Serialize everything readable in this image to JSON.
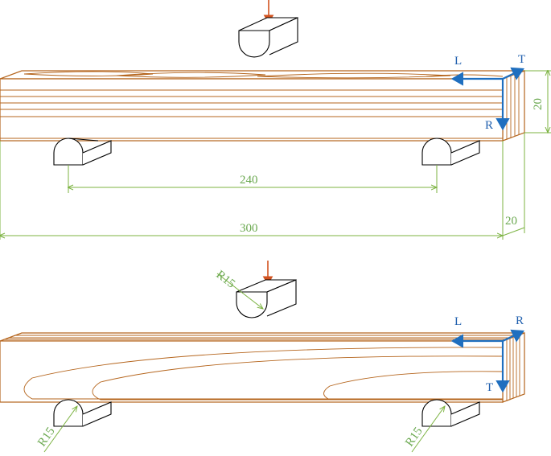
{
  "top": {
    "dim_span": "240",
    "dim_length": "300",
    "dim_height": "20",
    "dim_width": "20",
    "axis_L": "L",
    "axis_T": "T",
    "axis_R": "R"
  },
  "bottom": {
    "radius_load": "R15",
    "radius_support_left": "R15",
    "radius_support_right": "R15",
    "axis_L": "L",
    "axis_R": "R",
    "axis_T": "T"
  },
  "colors": {
    "wood": "#b5651d",
    "dimension": "#7cb342",
    "axes": "#1f6fbf",
    "load": "#d2521f"
  }
}
